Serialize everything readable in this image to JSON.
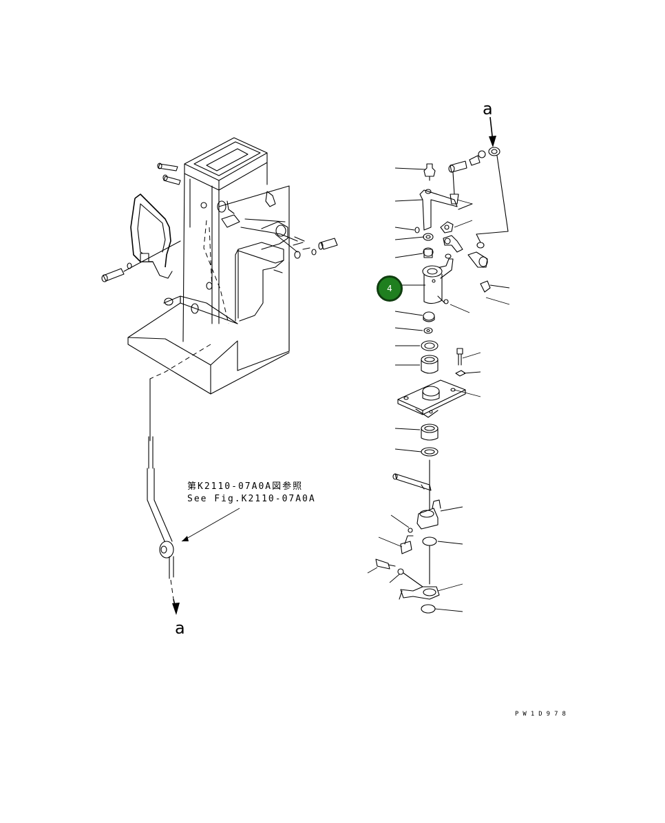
{
  "connector_top": "a",
  "connector_bottom": "a",
  "reference_jp": "第K2110-07A0A図参照",
  "reference_en": "See Fig.K2110-07A0A",
  "part_callout": "4",
  "callout_color": "#1f7f1f",
  "drawing_code": "PW1D978"
}
